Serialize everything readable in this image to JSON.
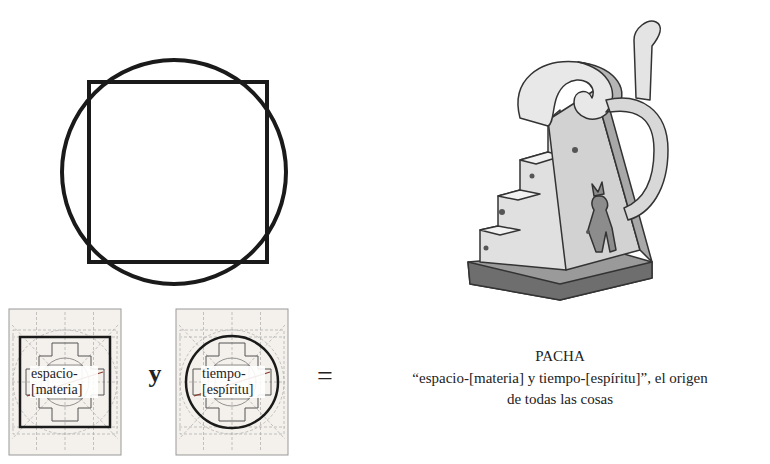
{
  "diagram": {
    "nodes": [
      {
        "text": [
          "espacio-[materia]"
        ]
      },
      {
        "text": [
          "tiempo-[espíritu]"
        ]
      }
    ],
    "labels": [
      "y",
      "=",
      "PACHA",
      "“espacio-[materia] y tiempo-[espíritu]”, el origen de todas las cosas"
    ]
  }
}
